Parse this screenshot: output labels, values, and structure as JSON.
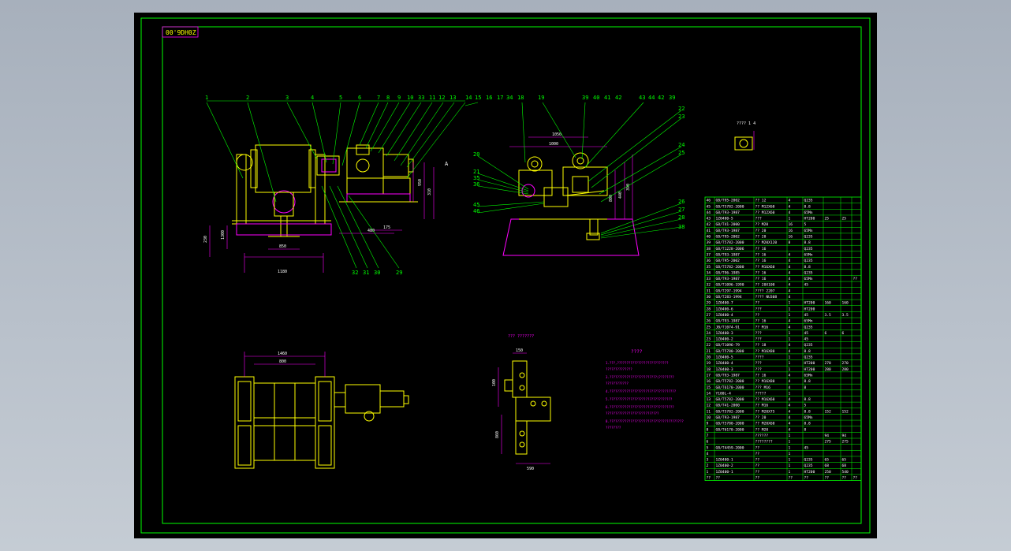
{
  "drawing": {
    "title_tag": "00'9DH0Z",
    "leaders_top": [
      "1",
      "2",
      "3",
      "4",
      "5",
      "6",
      "7",
      "8",
      "9",
      "10",
      "33",
      "11",
      "12",
      "13",
      "14",
      "15",
      "16",
      "17",
      "34",
      "18",
      "19",
      "39",
      "40",
      "41",
      "42",
      "43",
      "44",
      "42",
      "39"
    ],
    "leaders_right": [
      "22",
      "23",
      "24",
      "25",
      "26",
      "27",
      "28",
      "38"
    ],
    "leaders_left": [
      "20",
      "21",
      "35",
      "36",
      "45",
      "46"
    ],
    "leaders_bottom": [
      "32",
      "31",
      "30",
      "29"
    ],
    "dims_front": [
      "1180",
      "850",
      "230",
      "1300",
      "950",
      "310",
      "480",
      "175"
    ],
    "dims_side": [
      "1050",
      "1000",
      "800",
      "440",
      "390"
    ],
    "dims_plan": [
      "1460",
      "800"
    ],
    "detail_a_label": "A",
    "detail_b_label": "??? ???????",
    "detail_b_dims": [
      "150",
      "100",
      "860",
      "590"
    ],
    "small_view_label": "???? 1 4",
    "notes_title": "????",
    "notes": [
      "1.???,???????????????????????????",
      "??????????????",
      "3.?????????????????????????(????????",
      "????????????",
      "4.???????????????????????????????????",
      "5.?????????????????????????????????",
      "6.??????????????????????????????????",
      "????????????????????????????",
      "8.???????????????????????????????????????",
      "????????"
    ]
  },
  "parts_table": {
    "columns": [
      "??",
      "??",
      "??",
      "??",
      "??",
      "??",
      "??",
      "??"
    ],
    "rows": [
      [
        "46",
        "GB/T95-2002",
        "?? 12",
        "4",
        "Q235",
        "",
        "",
        ""
      ],
      [
        "45",
        "GB/T5782-2000",
        "?? M12X60",
        "4",
        "8.8",
        "",
        "",
        ""
      ],
      [
        "44",
        "GB/T93-1987",
        "?? M12X60",
        "4",
        "65Mn",
        "",
        "",
        ""
      ],
      [
        "43",
        "1Z0400-5",
        "???",
        "1",
        "HT200",
        "25",
        "25",
        ""
      ],
      [
        "42",
        "GB/T41-2000",
        "?? M20",
        "16",
        "5",
        "",
        "",
        ""
      ],
      [
        "41",
        "GB/T93-1987",
        "?? 20",
        "16",
        "65Mn",
        "",
        "",
        ""
      ],
      [
        "40",
        "GB/T95-2002",
        "?? 20",
        "16",
        "Q235",
        "",
        "",
        ""
      ],
      [
        "39",
        "GB/T5782-2000",
        "?? M20X120",
        "8",
        "8.8",
        "",
        "",
        ""
      ],
      [
        "38",
        "GB/T1228-2006",
        "?? 16",
        "",
        "Q235",
        "",
        "",
        ""
      ],
      [
        "37",
        "GB/T93-1987",
        "?? 16",
        "4",
        "65Mn",
        "",
        "",
        ""
      ],
      [
        "36",
        "GB/T95-2002",
        "?? 16",
        "4",
        "Q235",
        "",
        "",
        ""
      ],
      [
        "35",
        "GB/T5782-2000",
        "?? M16X60",
        "4",
        "8.8",
        "",
        "",
        ""
      ],
      [
        "34",
        "GB/T96-1985",
        "?? 16",
        "4",
        "Q235",
        "",
        "",
        ""
      ],
      [
        "33",
        "GB/T93-1987",
        "?? 16",
        "4",
        "65Mn",
        "",
        "",
        "??"
      ],
      [
        "32",
        "GB/T1096-1990",
        "?? 20X100",
        "4",
        "45",
        "",
        "",
        ""
      ],
      [
        "31",
        "GB/T297-1994",
        "???? 2207",
        "4",
        "",
        "",
        "",
        ""
      ],
      [
        "30",
        "GB/T283-1994",
        "???? NU308",
        "4",
        "",
        "",
        "",
        ""
      ],
      [
        "29",
        "1Z0400-7",
        "??",
        "1",
        "HT200",
        "160",
        "160",
        ""
      ],
      [
        "28",
        "1Z0400-6",
        "???",
        "1",
        "HT200",
        "",
        "",
        ""
      ],
      [
        "27",
        "1Z0400-4",
        "??",
        "1",
        "45",
        "3.5",
        "3.5",
        ""
      ],
      [
        "26",
        "GB/T93-1987",
        "?? 16",
        "4",
        "65Mn",
        "",
        "",
        ""
      ],
      [
        "25",
        "JB/T1074-91",
        "?? M16",
        "4",
        "Q235",
        "",
        "",
        ""
      ],
      [
        "24",
        "1Z0400-3",
        "???",
        "1",
        "45",
        "6",
        "6",
        ""
      ],
      [
        "23",
        "1Z0400-2",
        "???",
        "1",
        "45",
        "",
        "",
        ""
      ],
      [
        "22",
        "GB/T1096-79",
        "?? 18",
        "4",
        "Q235",
        "",
        "",
        ""
      ],
      [
        "21",
        "GB/T5780-2000",
        "?? M16X80",
        "4",
        "8.8",
        "",
        "",
        ""
      ],
      [
        "20",
        "1Z0400-5",
        "????",
        "1",
        "Q235",
        "",
        "",
        ""
      ],
      [
        "19",
        "1Z0400-4",
        "???",
        "1",
        "HT200",
        "270",
        "270",
        ""
      ],
      [
        "18",
        "1Z0400-3",
        "???",
        "1",
        "HT200",
        "280",
        "280",
        ""
      ],
      [
        "17",
        "GB/T93-1987",
        "?? 16",
        "4",
        "65Mn",
        "",
        "",
        ""
      ],
      [
        "16",
        "GB/T5782-2000",
        "?? M16X80",
        "4",
        "8.8",
        "",
        "",
        ""
      ],
      [
        "15",
        "GB/T6170-2000",
        "??? M16",
        "4",
        "8",
        "",
        "",
        ""
      ],
      [
        "14",
        "Y180L-4",
        "?????",
        "1",
        "",
        "",
        "",
        ""
      ],
      [
        "13",
        "GB/T5782-2000",
        "?? M16X60",
        "4",
        "8.8",
        "",
        "",
        ""
      ],
      [
        "12",
        "GB/T41-2000",
        "?? M16",
        "4",
        "5",
        "",
        "",
        ""
      ],
      [
        "11",
        "GB/T5782-2000",
        "?? M20X75",
        "4",
        "8.8",
        "152",
        "152",
        ""
      ],
      [
        "10",
        "GB/T93-1987",
        "?? 20",
        "4",
        "65Mn",
        "",
        "",
        ""
      ],
      [
        "9",
        "GB/T5780-2000",
        "?? M20X60",
        "4",
        "8.8",
        "",
        "",
        ""
      ],
      [
        "8",
        "GB/T6170-2000",
        "?? M20",
        "4",
        "8",
        "",
        "",
        ""
      ],
      [
        "7",
        "",
        "??????",
        "1",
        "",
        "94",
        "94",
        ""
      ],
      [
        "6",
        "",
        "????????",
        "1",
        "",
        "275",
        "275",
        ""
      ],
      [
        "5",
        "GB/T4459-2000",
        "??",
        "1",
        "45",
        "",
        "",
        ""
      ],
      [
        "4",
        "",
        "??",
        "1",
        "",
        "",
        "",
        ""
      ],
      [
        "3",
        "1Z0400-1",
        "??",
        "1",
        "Q235",
        "65",
        "65",
        ""
      ],
      [
        "2",
        "1Z0400-2",
        "??",
        "1",
        "Q235",
        "68",
        "68",
        ""
      ],
      [
        "1",
        "1Z0400-1",
        "??",
        "1",
        "HT200",
        "250",
        "540",
        ""
      ]
    ]
  },
  "colors": {
    "background": "#000000",
    "border": "#00ff00",
    "geometry": "#ffff00",
    "dimension": "#ff00ff",
    "leader": "#00ff00",
    "text": "#ffffff",
    "accent": "#00ffff"
  }
}
